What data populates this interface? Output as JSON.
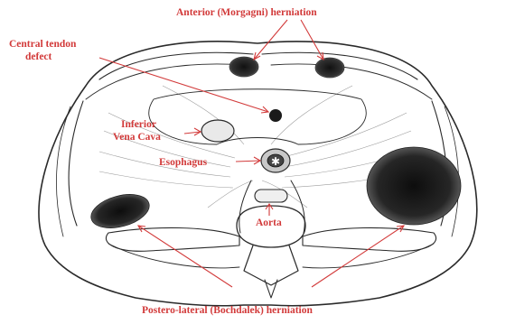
{
  "labels": {
    "anterior": "Anterior (Morgagni) herniation",
    "central_line1": "Central tendon",
    "central_line2": "defect",
    "ivc_line1": "Inferior",
    "ivc_line2": "Vena Cava",
    "esophagus": "Esophagus",
    "aorta": "Aorta",
    "posterolateral": "Postero-lateral (Bochdalek) herniation"
  },
  "colors": {
    "label": "#d23a3a",
    "outline": "#2a2a2a",
    "shading": "#9a9a9a",
    "hernia_dark": "#1c1c1c"
  }
}
